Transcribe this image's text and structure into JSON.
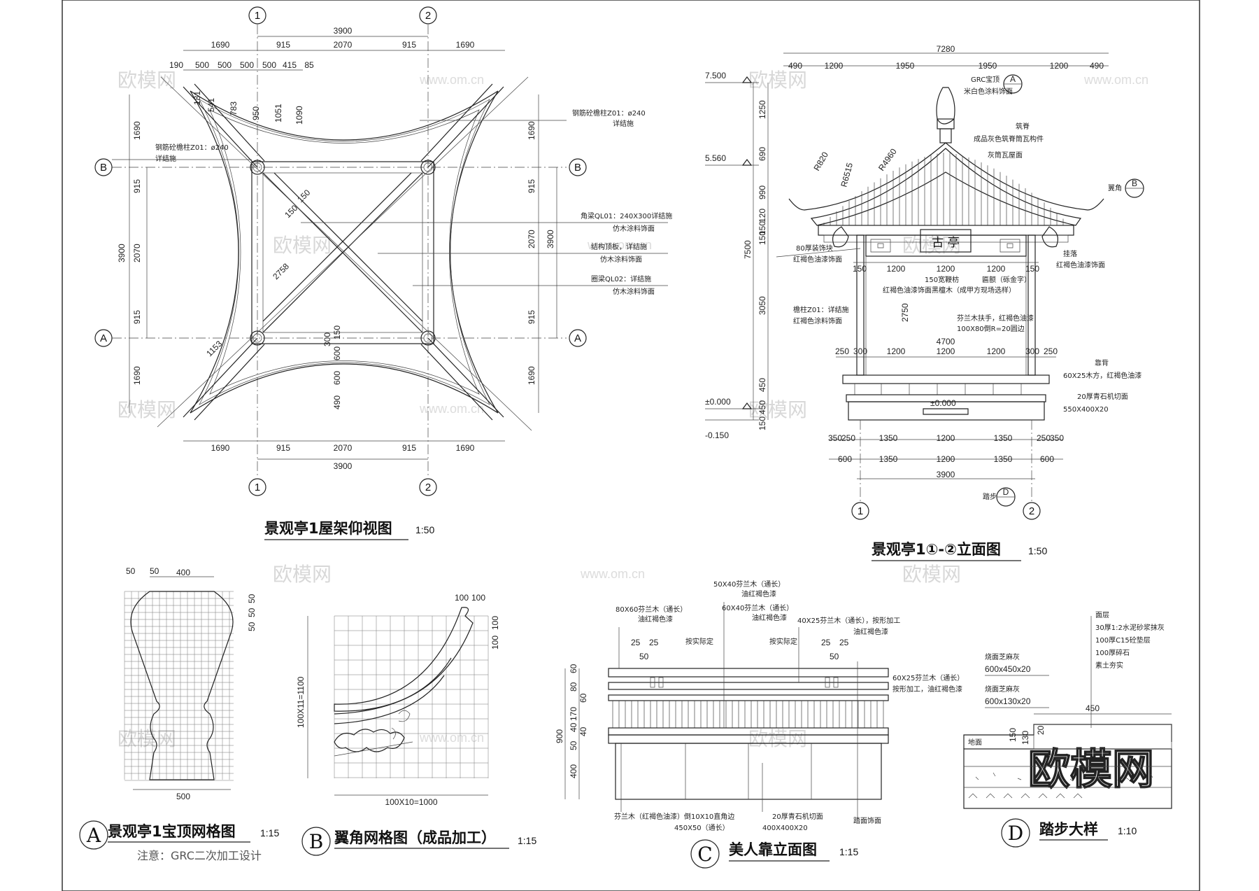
{
  "views": {
    "plan": {
      "title": "景观亭1屋架仰视图",
      "scale": "1:50",
      "axes": [
        "1",
        "2",
        "A",
        "B"
      ],
      "dims_top": [
        "190",
        "500",
        "500",
        "500",
        "500",
        "415",
        "85"
      ],
      "dims_row2": [
        "1690",
        "915",
        "2070",
        "915",
        "1690"
      ],
      "dim_overall": "3900",
      "dims_vert_left": [
        "1690",
        "915",
        "2070",
        "915",
        "1690"
      ],
      "dim_vert_overall": "3900",
      "dims_diag": [
        "181",
        "541",
        "783",
        "950",
        "1051",
        "1090"
      ],
      "dims_inner": [
        "150",
        "150",
        "2758",
        "1153",
        "300",
        "150",
        "600",
        "600",
        "490"
      ],
      "notes": [
        "钢筋砼檐柱Z01：ø240",
        "详结施",
        "钢筋砼檐柱Z01：ø240",
        "详结施",
        "角梁QL01：240X300详结施",
        "仿木涂料饰面",
        "结构顶板，详结施",
        "仿木涂料饰面",
        "圈梁QL02：详结施",
        "仿木涂料饰面"
      ]
    },
    "elevation": {
      "title": "景观亭1①-②立面图",
      "scale": "1:50",
      "dims_top": [
        "490",
        "1200",
        "1950",
        "1950",
        "1200",
        "490"
      ],
      "dim_top_overall": "7280",
      "levels": [
        "7.500",
        "5.560",
        "±0.000",
        "-0.150"
      ],
      "dims_left": [
        "1250",
        "690",
        "990",
        "120",
        "150",
        "150",
        "3050",
        "450",
        "450",
        "150"
      ],
      "dim_left_overall": "7500",
      "radii": [
        "R820",
        "R6515",
        "R4960"
      ],
      "dims_mid1": [
        "150",
        "1200",
        "1200",
        "1200",
        "150"
      ],
      "dim_mid2": "4700",
      "dims_mid3": [
        "250",
        "300",
        "1200",
        "1200",
        "1200",
        "300",
        "250"
      ],
      "dim_2750": "2750",
      "dims_bot1": [
        "350",
        "250",
        "1350",
        "1200",
        "1350",
        "250",
        "350"
      ],
      "dims_bot2": [
        "600",
        "1350",
        "1200",
        "1350",
        "600"
      ],
      "dim_bot_overall": "3900",
      "plaque_text": "古 亭",
      "notes": [
        "GRC宝顶",
        "米白色涂料饰面",
        "筑脊",
        "成品灰色筑脊筒瓦构件",
        "灰筒瓦屋面",
        "翼角",
        "80厚装饰块",
        "红褐色油漆饰面",
        "150宽鞭枋",
        "红褐色油漆饰面黑檀木（成甲方现场选样）",
        "匾额（砾金字）",
        "挂落",
        "红褐色油漆饰面",
        "檐柱Z01：详结施",
        "红褐色涂料饰面",
        "芬兰木扶手，红褐色油漆",
        "100X80倒R=20圆边",
        "靠背",
        "60X25木方，红褐色油漆",
        "20厚青石机切面",
        "550X400X20",
        "踏步"
      ],
      "detail_refs": [
        "A",
        "B",
        "D"
      ]
    },
    "detailA": {
      "letter": "A",
      "title": "景观亭1宝顶网格图",
      "scale": "1:15",
      "note": "注意：GRC二次加工设计",
      "dims": [
        "50",
        "50",
        "400",
        "500",
        "50",
        "50",
        "50"
      ]
    },
    "detailB": {
      "letter": "B",
      "title": "翼角网格图（成品加工）",
      "scale": "1:15",
      "dims": [
        "100",
        "100",
        "100",
        "100",
        "100X11=1100",
        "100X10=1000"
      ]
    },
    "detailC": {
      "letter": "C",
      "title": "美人靠立面图",
      "scale": "1:15",
      "dims_left": [
        "60",
        "80",
        "60",
        "170",
        "40",
        "40",
        "50",
        "400"
      ],
      "dim_left_overall": "900",
      "dims_top": [
        "25",
        "25",
        "50",
        "25",
        "25",
        "50"
      ],
      "notes": [
        "50X40芬兰木（通长）",
        "油红褐色漆",
        "80X60芬兰木（通长）",
        "油红褐色漆",
        "60X40芬兰木（通长）",
        "油红褐色漆",
        "40X25芬兰木（通长），按形加工",
        "油红褐色漆",
        "按实际定",
        "按实际定",
        "60X25芬兰木（通长）",
        "按形加工，油红褐色漆",
        "芬兰木（红褐色油漆）倒10X10直角边",
        "450X50（通长）",
        "20厚青石机切面",
        "400X400X20",
        "踏面饰面"
      ]
    },
    "detailD": {
      "letter": "D",
      "title": "踏步大样",
      "scale": "1:10",
      "notes": [
        "面层",
        "30厚1:2水泥砂浆抹灰",
        "100厚C15砼垫层",
        "100厚碎石",
        "素土夯实",
        "烧面芝麻灰",
        "600x450x20",
        "烧面芝麻灰",
        "600x130x20",
        "地面"
      ],
      "dims": [
        "450",
        "150",
        "130",
        "20"
      ]
    }
  },
  "watermark": {
    "brand": "欧模网",
    "url": "www.om.cn"
  }
}
